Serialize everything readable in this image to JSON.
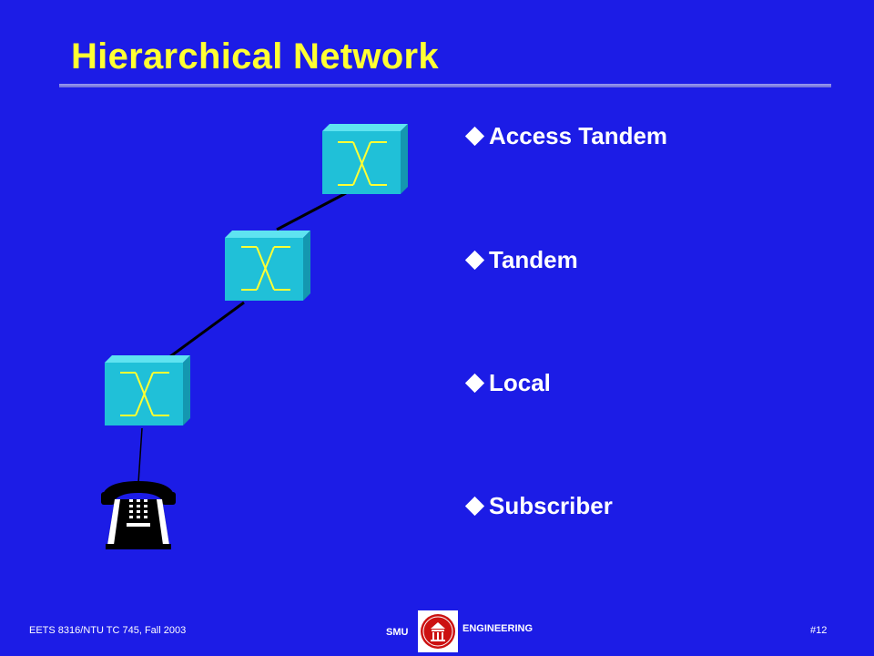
{
  "slide": {
    "title": "Hierarchical Network",
    "bullets": [
      {
        "label": "Access Tandem"
      },
      {
        "label": "Tandem"
      },
      {
        "label": "Local"
      },
      {
        "label": "Subscriber"
      }
    ],
    "diagram": {
      "nodes": [
        {
          "kind": "switch",
          "level": "access-tandem"
        },
        {
          "kind": "switch",
          "level": "tandem"
        },
        {
          "kind": "switch",
          "level": "local"
        },
        {
          "kind": "telephone",
          "level": "subscriber"
        }
      ]
    },
    "footer": {
      "course": "EETS 8316/NTU  TC 745,  Fall 2003",
      "left_brand": "SMU",
      "right_brand": "ENGINEERING",
      "slide_number": "#12"
    }
  },
  "colors": {
    "background": "#1c1ce6",
    "title": "#ffff33",
    "text": "#ffffff",
    "switch_face": "#20c0d8",
    "switch_x": "#ffff33"
  },
  "icons": [
    "switch-box-icon",
    "telephone-icon",
    "smu-logo",
    "diamond-bullet-icon"
  ]
}
